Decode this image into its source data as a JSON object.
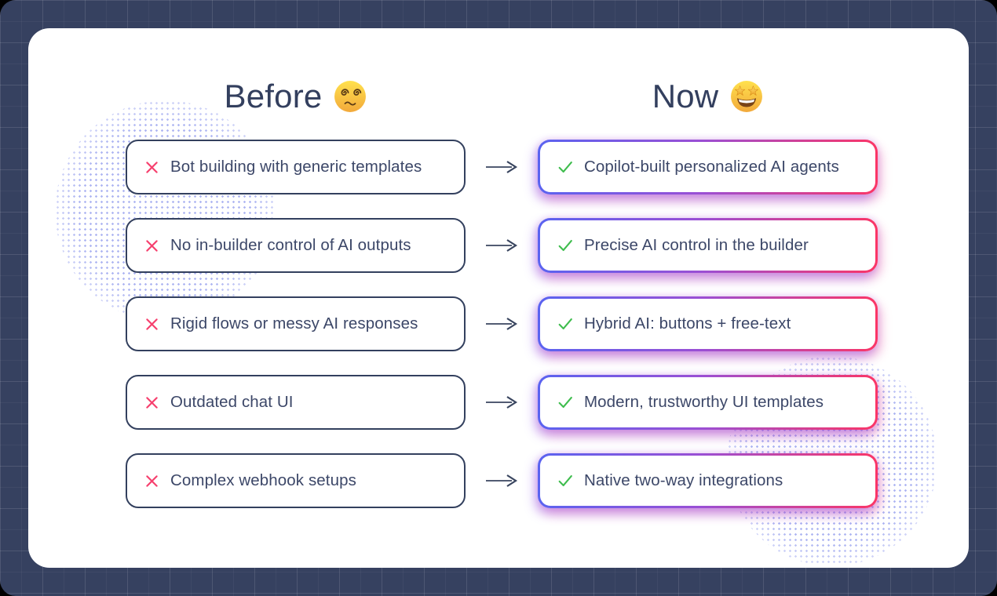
{
  "card": {
    "header": {
      "before_label": "Before",
      "before_emoji": "dizzy-face",
      "now_label": "Now",
      "now_emoji": "star-struck"
    },
    "rows": [
      {
        "before": "Bot building with generic templates",
        "now": "Copilot-built personalized AI agents"
      },
      {
        "before": "No in-builder control of AI outputs",
        "now": "Precise AI control in the builder"
      },
      {
        "before": "Rigid flows or messy AI responses",
        "now": "Hybrid AI: buttons + free-text"
      },
      {
        "before": "Outdated chat UI",
        "now": "Modern, trustworthy UI templates"
      },
      {
        "before": "Complex webhook setups",
        "now": "Native two-way integrations"
      }
    ],
    "icons": {
      "before_item_icon": "x-mark-icon",
      "now_item_icon": "check-icon",
      "between_icon": "right-arrow-icon"
    },
    "colors": {
      "background": "#364160",
      "card": "#FFFFFF",
      "heading_text": "#333F5E",
      "body_text": "#3C4768",
      "before_box_border": "#33405E",
      "x_mark": "#F6406E",
      "check_mark": "#3FBD4E",
      "now_border_gradient_start": "#5A63F0",
      "now_border_gradient_mid": "#9A4FD4",
      "now_border_gradient_end": "#FB3566",
      "glow": "#B23ACD",
      "dot_pattern": "#6E7CE8"
    }
  }
}
